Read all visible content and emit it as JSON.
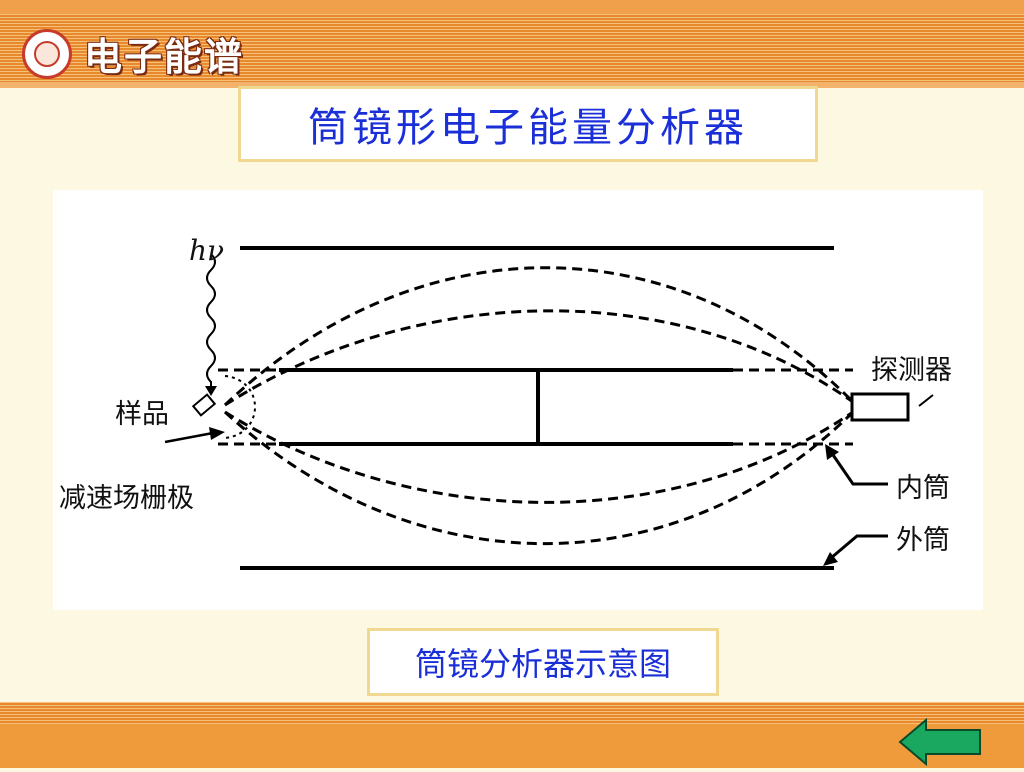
{
  "header": {
    "logo_text": "电子能谱"
  },
  "title": "筒镜形电子能量分析器",
  "diagram": {
    "labels": {
      "photon": "hν",
      "sample": "样品",
      "grid": "减速场栅极",
      "detector": "探测器",
      "inner_cylinder": "内筒",
      "outer_cylinder": "外筒"
    }
  },
  "caption": "筒镜分析器示意图",
  "colors": {
    "title_text": "#1a2fd8",
    "header_orange": "#e8892e",
    "back_arrow": "#1aa860",
    "background": "#fdf8e1"
  },
  "nav": {
    "back_icon": "back-arrow-icon"
  }
}
